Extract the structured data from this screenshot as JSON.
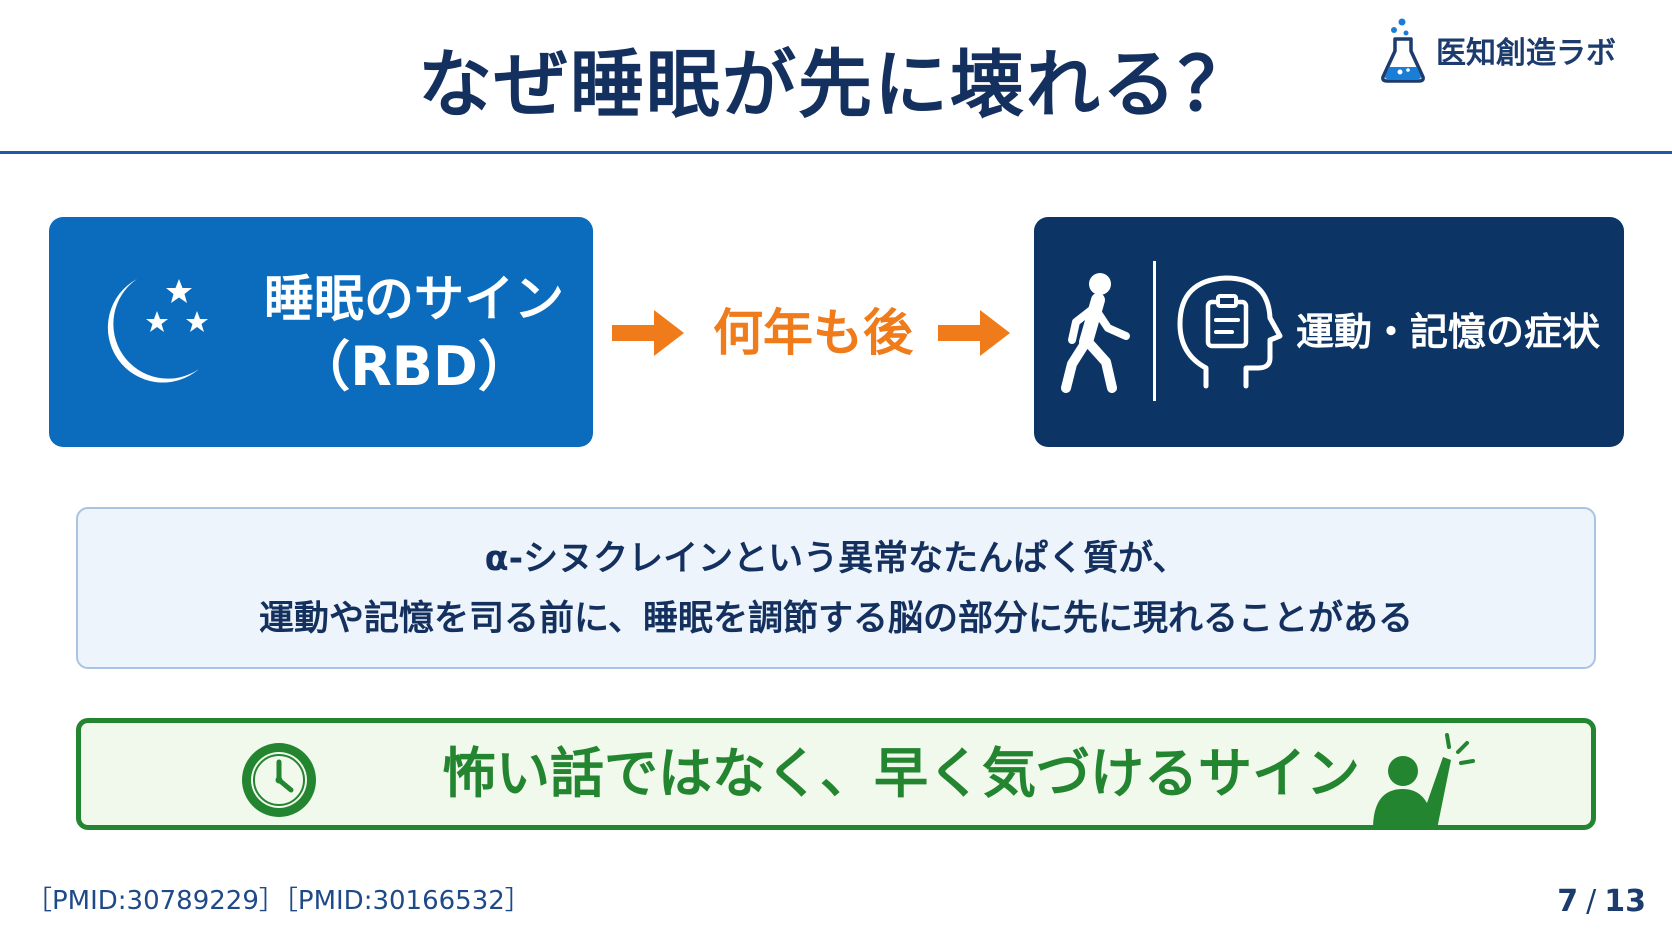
{
  "slide": {
    "title": "なぜ睡眠が先に壊れる？",
    "logo": {
      "text": "医知創造ラボ",
      "icon": "flask-icon"
    },
    "left_box": {
      "line1": "睡眠のサイン",
      "line2": "（RBD）",
      "icon": "moon-stars-icon"
    },
    "transition": {
      "label": "何年も後",
      "icon": "arrow-right-icon"
    },
    "right_box": {
      "label": "運動・記憶の症状",
      "icons": [
        "walking-person-icon",
        "head-clipboard-icon"
      ]
    },
    "info": {
      "line1": "α-シヌクレインという異常なたんぱく質が、",
      "line2": "運動や記憶を司る前に、睡眠を調節する脳の部分に先に現れることがある"
    },
    "callout": {
      "text": "怖い話ではなく、早く気づけるサイン",
      "icons": [
        "clock-icon",
        "raised-hand-person-icon"
      ]
    },
    "references": "［PMID:30789229］［PMID:30166532］",
    "page": {
      "current": "7",
      "separator": "/",
      "total": "13"
    }
  },
  "colors": {
    "title": "#14305e",
    "left_box": "#0b6bbd",
    "right_box": "#0c3566",
    "accent_orange": "#f07b1a",
    "accent_green": "#23852f",
    "info_bg": "#eef4fb"
  }
}
